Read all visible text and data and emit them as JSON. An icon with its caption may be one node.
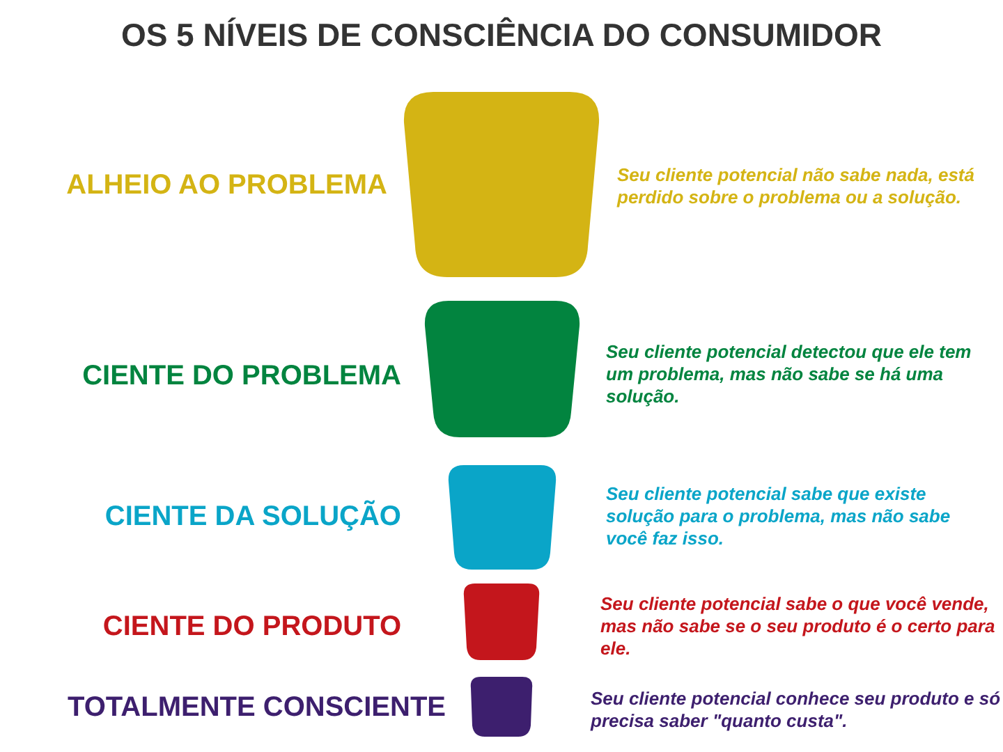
{
  "diagram": {
    "title": "OS 5 NÍVEIS DE CONSCIÊNCIA DO CONSUMIDOR",
    "nodes": [
      {
        "text": [
          "ALHEIO AO PROBLEMA"
        ],
        "beside": [
          "Seu cliente potencial não sabe nada, está perdido sobre o problema ou a solução."
        ]
      },
      {
        "text": [
          "CIENTE DO PROBLEMA"
        ],
        "beside": [
          "Seu cliente potencial detectou que ele tem um problema, mas não sabe se há uma solução."
        ]
      },
      {
        "text": [
          "CIENTE DA SOLUÇÃO"
        ],
        "beside": [
          "Seu cliente potencial sabe que existe solução para o problema, mas não sabe você faz isso."
        ]
      },
      {
        "text": [
          "CIENTE DO PRODUTO"
        ],
        "beside": [
          "Seu cliente potencial sabe o que você vende, mas não sabe se o seu produto é o certo para ele."
        ]
      },
      {
        "text": [
          "TOTALMENTE CONSCIENTE"
        ],
        "beside": [
          "Seu cliente potencial conhece seu produto e só precisa saber \"quanto custa\"."
        ]
      }
    ]
  }
}
